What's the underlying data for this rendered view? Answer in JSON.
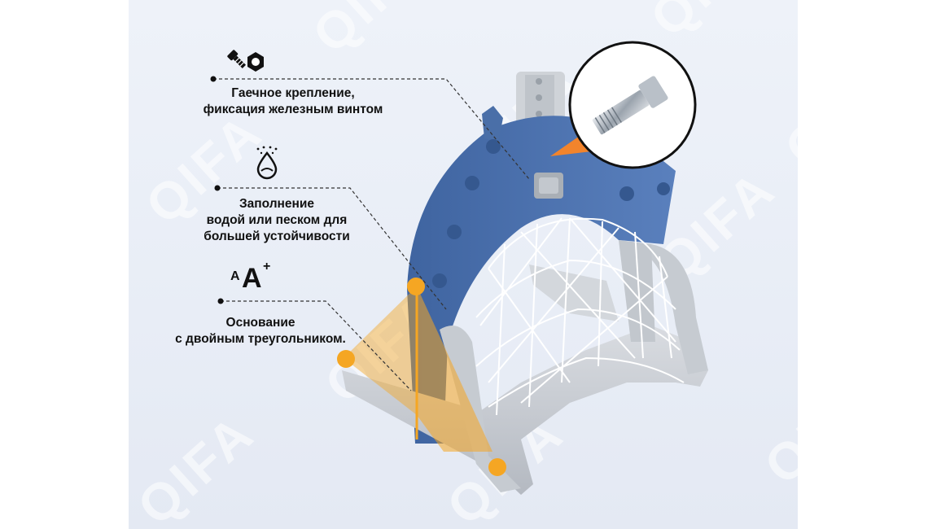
{
  "watermark": {
    "text": "QIFA"
  },
  "features": [
    {
      "icon": "bolt-nut-icon",
      "lines": [
        "Гаечное крепление,",
        "фиксация железным винтом"
      ]
    },
    {
      "icon": "water-drop-icon",
      "lines": [
        "Заполнение",
        "водой или песком для",
        "большей устойчивости"
      ]
    },
    {
      "icon": "font-size-increase-icon",
      "icon_text": "AA",
      "icon_plus": "+",
      "lines": [
        "Основание",
        "с двойным треугольником."
      ]
    }
  ],
  "colors": {
    "frame_blue": "#4a6fa8",
    "frame_gray": "#c9cdd3",
    "highlight_orange": "#f5a623",
    "net_white": "#ffffff"
  }
}
